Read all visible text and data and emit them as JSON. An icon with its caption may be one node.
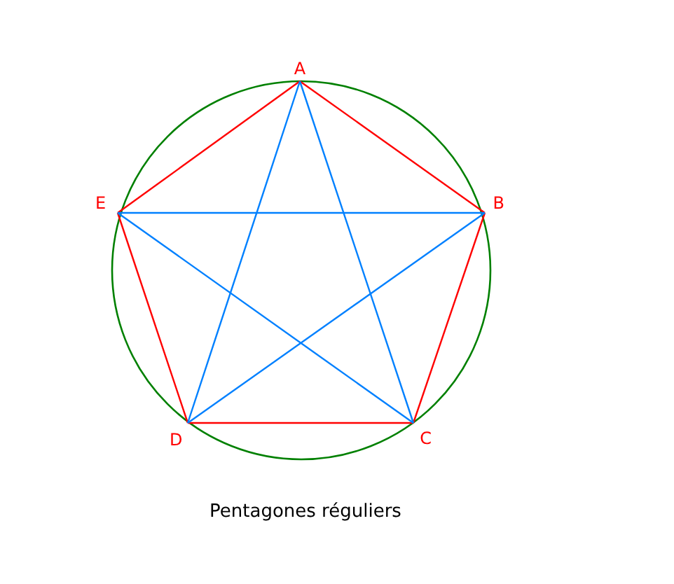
{
  "diagram": {
    "caption": "Pentagones réguliers",
    "nodes": [
      {
        "text": [
          "A"
        ]
      },
      {
        "text": [
          "B"
        ]
      },
      {
        "text": [
          "C"
        ]
      },
      {
        "text": [
          "D"
        ]
      },
      {
        "text": [
          "E"
        ]
      }
    ],
    "edges": [
      {
        "from": 0,
        "to": 1,
        "arrow": "none",
        "color": "#ff0000"
      },
      {
        "from": 1,
        "to": 2,
        "arrow": "none",
        "color": "#ff0000"
      },
      {
        "from": 2,
        "to": 3,
        "arrow": "none",
        "color": "#ff0000"
      },
      {
        "from": 3,
        "to": 4,
        "arrow": "none",
        "color": "#ff0000"
      },
      {
        "from": 4,
        "to": 0,
        "arrow": "none",
        "color": "#ff0000"
      },
      {
        "from": 0,
        "to": 2,
        "arrow": "none",
        "color": "#0080ff"
      },
      {
        "from": 0,
        "to": 3,
        "arrow": "none",
        "color": "#0080ff"
      },
      {
        "from": 1,
        "to": 3,
        "arrow": "none",
        "color": "#0080ff"
      },
      {
        "from": 1,
        "to": 4,
        "arrow": "none",
        "color": "#0080ff"
      },
      {
        "from": 2,
        "to": 4,
        "arrow": "none",
        "color": "#0080ff"
      }
    ]
  }
}
